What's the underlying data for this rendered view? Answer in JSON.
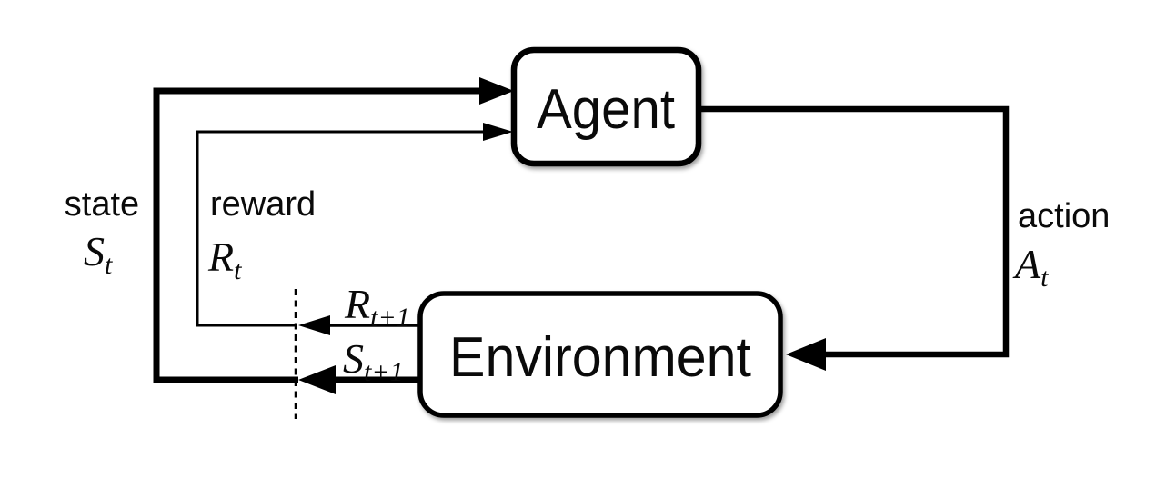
{
  "diagram_title": "agent-environment-interaction-loop",
  "colors": {
    "background": "#ffffff",
    "line": "#000000",
    "text": "#0a0a0a"
  },
  "nodes": {
    "agent": "Agent",
    "environment": "Environment"
  },
  "labels": {
    "state_word": "state",
    "state_sym": {
      "main": "S",
      "sub": "t"
    },
    "reward_word": "reward",
    "reward_sym": {
      "main": "R",
      "sub": "t"
    },
    "action_word": "action",
    "action_sym": {
      "main": "A",
      "sub": "t"
    },
    "next_reward_sym": {
      "main": "R",
      "sub": "t+1"
    },
    "next_state_sym": {
      "main": "S",
      "sub": "t+1"
    }
  }
}
